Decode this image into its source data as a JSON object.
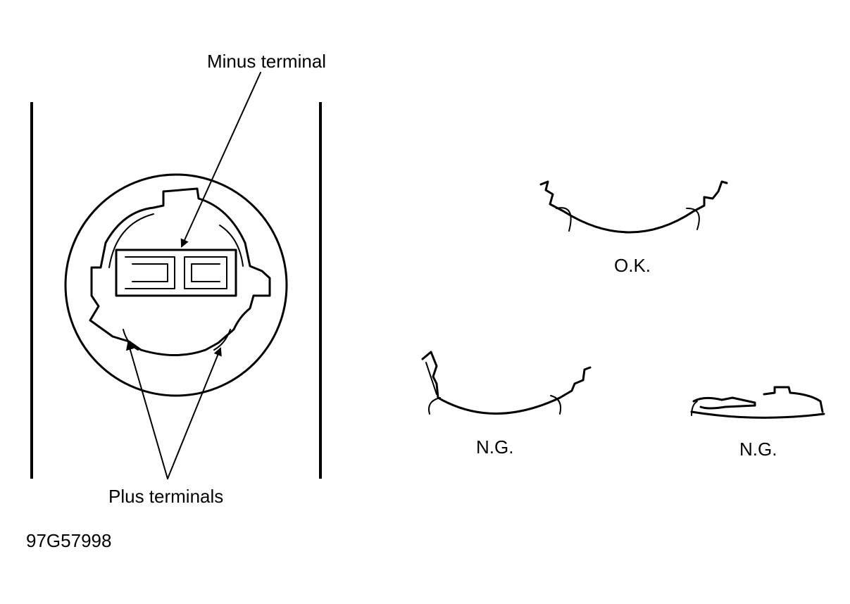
{
  "labels": {
    "minus_terminal": "Minus terminal",
    "plus_terminals": "Plus terminals",
    "ok": "O.K.",
    "ng_left": "N.G.",
    "ng_right": "N.G.",
    "figure_id": "97G57998"
  },
  "colors": {
    "ink": "#000000",
    "background": "#ffffff"
  }
}
